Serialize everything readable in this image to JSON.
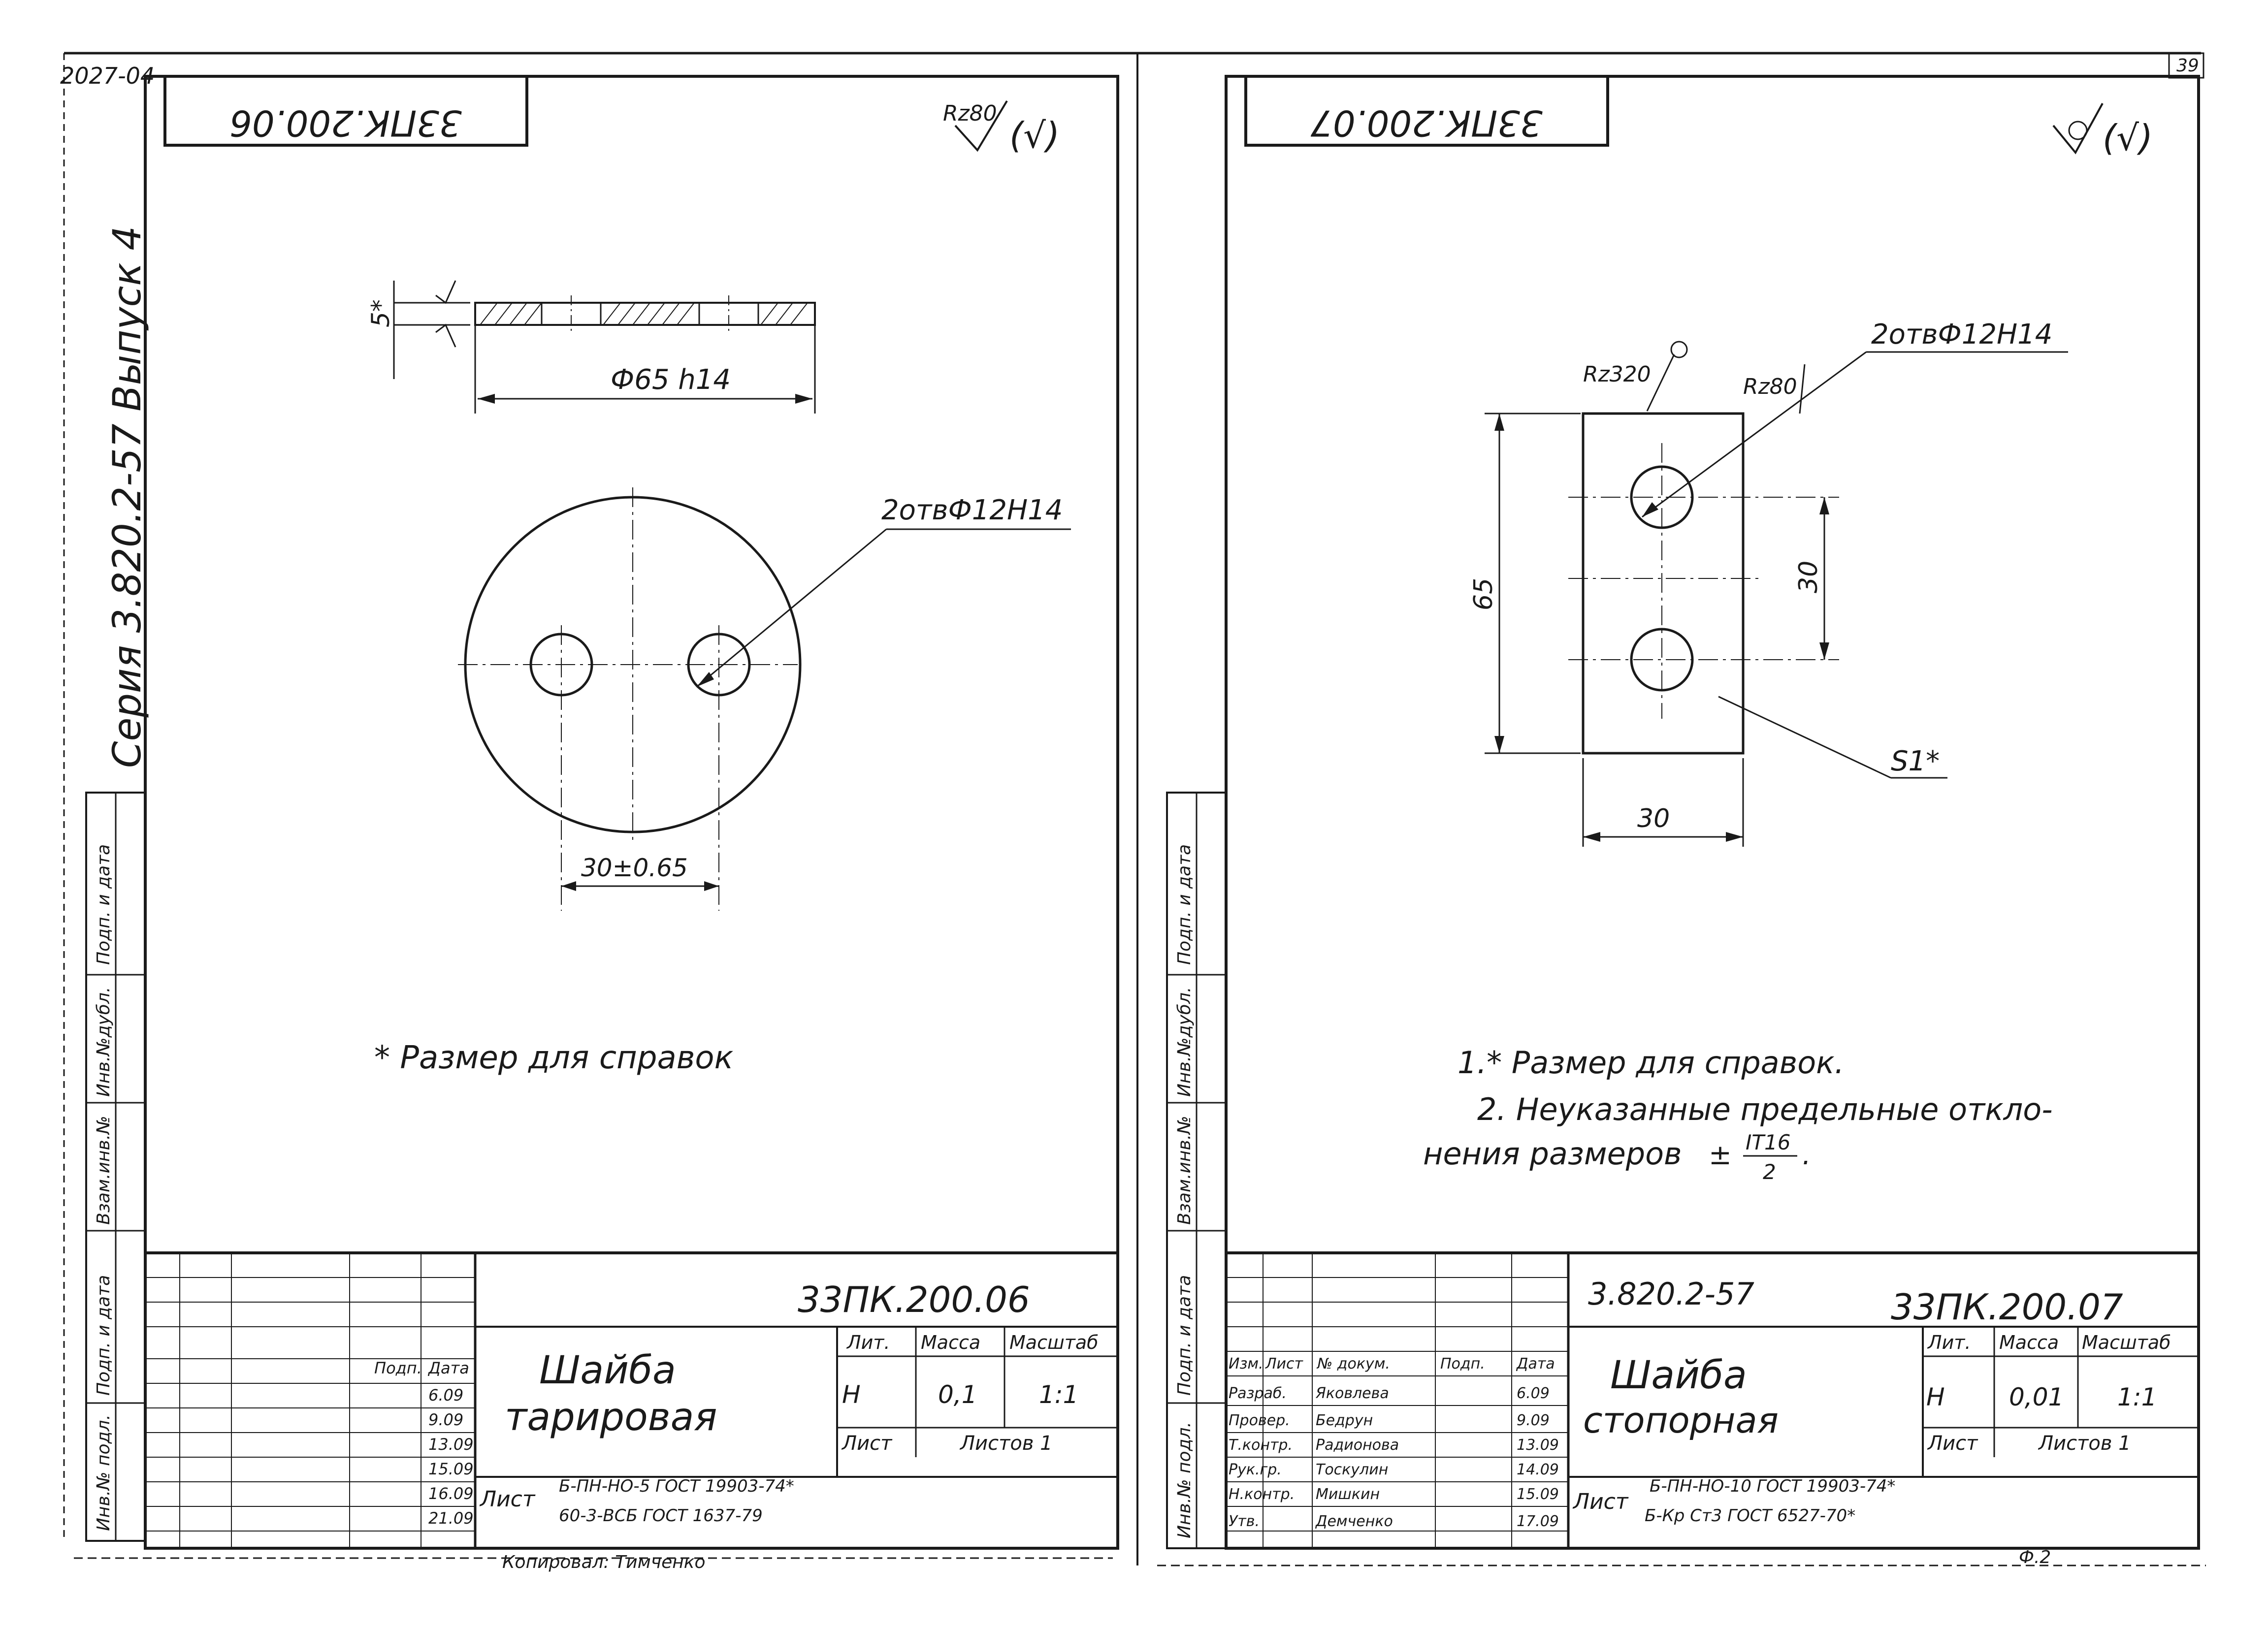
{
  "sheet": {
    "page_number": "39",
    "top_left_code": "2027-04",
    "series_label": "Серия 3.820.2-57 Выпуск 4",
    "side_stamps": [
      "Подп. и дата",
      "Инв.№дубл.",
      "Взам.инв.№",
      "Подп. и дата",
      "Инв.№ подл."
    ]
  },
  "left_drawing": {
    "top_code": "33ПК.200.06",
    "roughness_mark": "Rz80",
    "roughness_paren": "(√)",
    "thickness_dim": "5*",
    "diameter_dim": "Ф65 h14",
    "holes_note": "2отвФ12H14",
    "spacing_dim": "30±0.65",
    "note": "* Размер для справок",
    "title_block": {
      "code": "33ПК.200.06",
      "name_line1": "Шайба",
      "name_line2": "тарировая",
      "header_cols": [
        "Лит.",
        "Масса",
        "Масштаб"
      ],
      "lit": "Н",
      "mass": "0,1",
      "scale": "1:1",
      "sheet_label": "Лист",
      "sheets_label": "Листов 1",
      "sign_headers": [
        "Подп.",
        "Дата"
      ],
      "dates": [
        "6.09",
        "9.09",
        "13.09",
        "15.09",
        "16.09",
        "21.09"
      ],
      "material_prefix": "Лист",
      "material_line1": "Б-ПН-НО-5 ГОСТ 19903-74*",
      "material_line2": "60-3-ВСБ ГОСТ 1637-79"
    },
    "bottom_caption": "Копировал: Тимченко"
  },
  "right_drawing": {
    "top_code": "33ПК.200.07",
    "roughness_paren": "(√)",
    "rz320": "Rz320",
    "rz80": "Rz80",
    "holes_note": "2отвФ12H14",
    "height_dim": "65",
    "spacing_dim": "30",
    "width_dim": "30",
    "thickness_dim": "S1*",
    "note1": "1.* Размер для справок.",
    "note2_line1": "2. Неуказанные предельные откло-",
    "note2_line2": "нения размеров",
    "note2_frac_top": "IT16",
    "note2_frac_bottom": "2",
    "title_block": {
      "series_code": "3.820.2-57",
      "code": "33ПК.200.07",
      "name_line1": "Шайба",
      "name_line2": "стопорная",
      "header_cols": [
        "Лит.",
        "Масса",
        "Масштаб"
      ],
      "lit": "Н",
      "mass": "0,01",
      "scale": "1:1",
      "sheet_label": "Лист",
      "sheets_label": "Листов 1",
      "table_headers": [
        "Изм.",
        "Лист",
        "№ докум.",
        "Подп.",
        "Дата"
      ],
      "roles": [
        "Разраб.",
        "Провер.",
        "Т.контр.",
        "Рук.гр.",
        "Н.контр.",
        "Утв."
      ],
      "names": [
        "Яковлева",
        "Бедрун",
        "Радионова",
        "Тоскулин",
        "Мишкин",
        "Демченко"
      ],
      "dates": [
        "6.09",
        "9.09",
        "13.09",
        "14.09",
        "15.09",
        "17.09"
      ],
      "material_prefix": "Лист",
      "material_line1": "Б-ПН-НО-10 ГОСТ 19903-74*",
      "material_line2": "Б-Кр Ст3 ГОСТ 6527-70*"
    },
    "bottom_caption": "Ф.2"
  }
}
